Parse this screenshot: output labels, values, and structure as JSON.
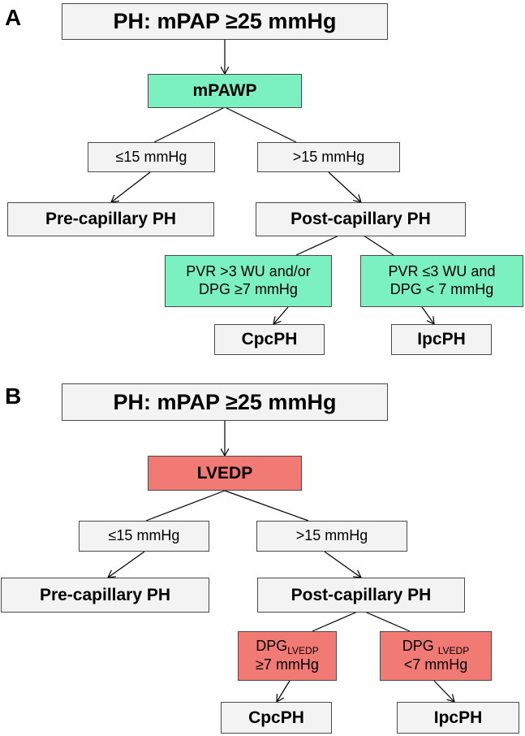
{
  "panels": [
    {
      "letter": "A",
      "root": "PH: mPAP ≥25 mmHg",
      "discriminator": "mPAWP",
      "discriminator_color": "#7bf0c1",
      "low_branch": "≤15 mmHg",
      "high_branch": ">15 mmHg",
      "pre_capillary": "Pre-capillary PH",
      "post_capillary": "Post-capillary PH",
      "crit_left_line1": "PVR >3 WU and/or",
      "crit_left_line2": "DPG ≥7 mmHg",
      "crit_right_line1": "PVR ≤3 WU and",
      "crit_right_line2": "DPG < 7 mmHg",
      "cpcph": "CpcPH",
      "ipcph": "IpcPH"
    },
    {
      "letter": "B",
      "root": "PH: mPAP ≥25 mmHg",
      "discriminator": "LVEDP",
      "discriminator_color": "#f27a74",
      "low_branch": "≤15 mmHg",
      "high_branch": ">15 mmHg",
      "pre_capillary": "Pre-capillary PH",
      "post_capillary": "Post-capillary PH",
      "crit_left_main": "DPG",
      "crit_left_sub": "LVEDP",
      "crit_left_line2": "≥7 mmHg",
      "crit_right_main": "DPG ",
      "crit_right_sub": "LVEDP",
      "crit_right_line2": "<7 mmHg",
      "cpcph": "CpcPH",
      "ipcph": "IpcPH"
    }
  ]
}
